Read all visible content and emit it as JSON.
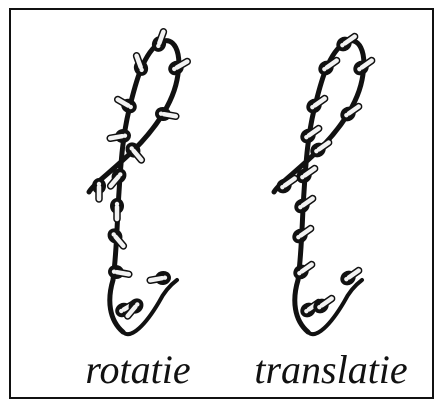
{
  "captions": {
    "left": "rotatie",
    "right": "translatie"
  },
  "figures": [
    {
      "name": "rotation-figure",
      "mode": "rotate"
    },
    {
      "name": "translation-figure",
      "mode": "translate"
    }
  ],
  "colors": {
    "ink": "#111111",
    "paper": "#ffffff",
    "bead": "#f2f2f2"
  }
}
